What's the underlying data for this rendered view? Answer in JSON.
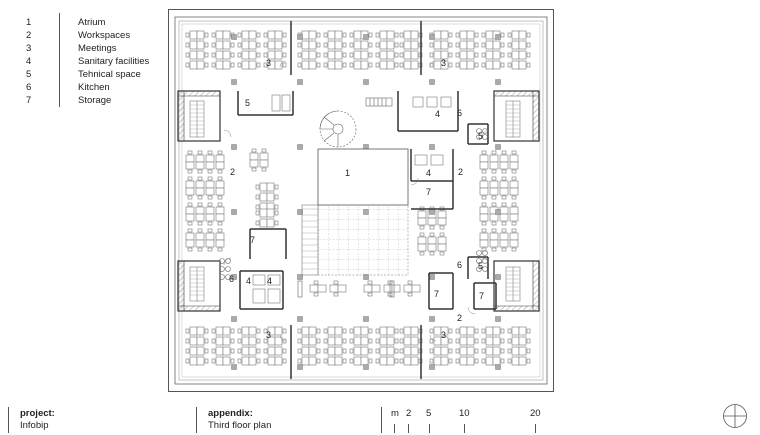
{
  "legend": [
    {
      "num": "1",
      "label": "Atrium"
    },
    {
      "num": "2",
      "label": "Workspaces"
    },
    {
      "num": "3",
      "label": "Meetings"
    },
    {
      "num": "4",
      "label": "Sanitary facilities"
    },
    {
      "num": "5",
      "label": "Tehnical space"
    },
    {
      "num": "6",
      "label": "Kitchen"
    },
    {
      "num": "7",
      "label": "Storage"
    }
  ],
  "plan_labels": {
    "atrium": "1",
    "workspaces": "2",
    "meetings": "3",
    "sanitary": "4",
    "technical": "5",
    "kitchen": "6",
    "storage": "7"
  },
  "footer": {
    "project_label": "project:",
    "project_value": "Infobip",
    "appendix_label": "appendix:",
    "appendix_value": "Third floor plan"
  },
  "scale": {
    "unit": "m",
    "marks": [
      "2",
      "5",
      "10",
      "20"
    ]
  },
  "north_icon": "north-arrow-icon"
}
